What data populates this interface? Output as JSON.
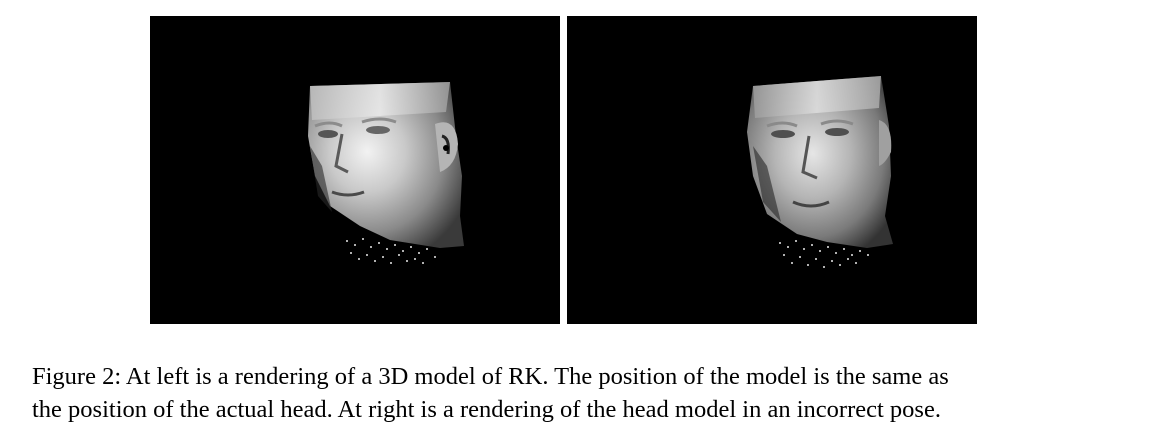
{
  "figure": {
    "panels": [
      {
        "id": "left",
        "subject": "3D head model rendering, actual pose"
      },
      {
        "id": "right",
        "subject": "3D head model rendering, incorrect pose"
      }
    ],
    "caption": {
      "line1": "Figure 2: At left is a rendering of a 3D model of  RK. The position of the model is the same as",
      "line2": "the position of the actual head. At right is a rendering of the head model in an incorrect pose."
    }
  }
}
